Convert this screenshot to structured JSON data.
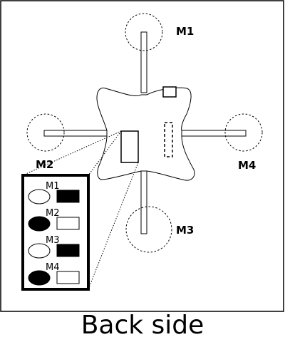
{
  "caption": "Back side",
  "motors": [
    {
      "label": "M1"
    },
    {
      "label": "M2"
    },
    {
      "label": "M3"
    },
    {
      "label": "M4"
    }
  ],
  "legend": {
    "rows": [
      {
        "label": "M1",
        "ellipse": "outline",
        "rect": "filled"
      },
      {
        "label": "M2",
        "ellipse": "filled",
        "rect": "outline"
      },
      {
        "label": "M3",
        "ellipse": "outline",
        "rect": "filled"
      },
      {
        "label": "M4",
        "ellipse": "filled",
        "rect": "outline"
      }
    ]
  },
  "colors": {
    "stroke": "#000000",
    "fill": "#ffffff",
    "filled": "#000000"
  }
}
